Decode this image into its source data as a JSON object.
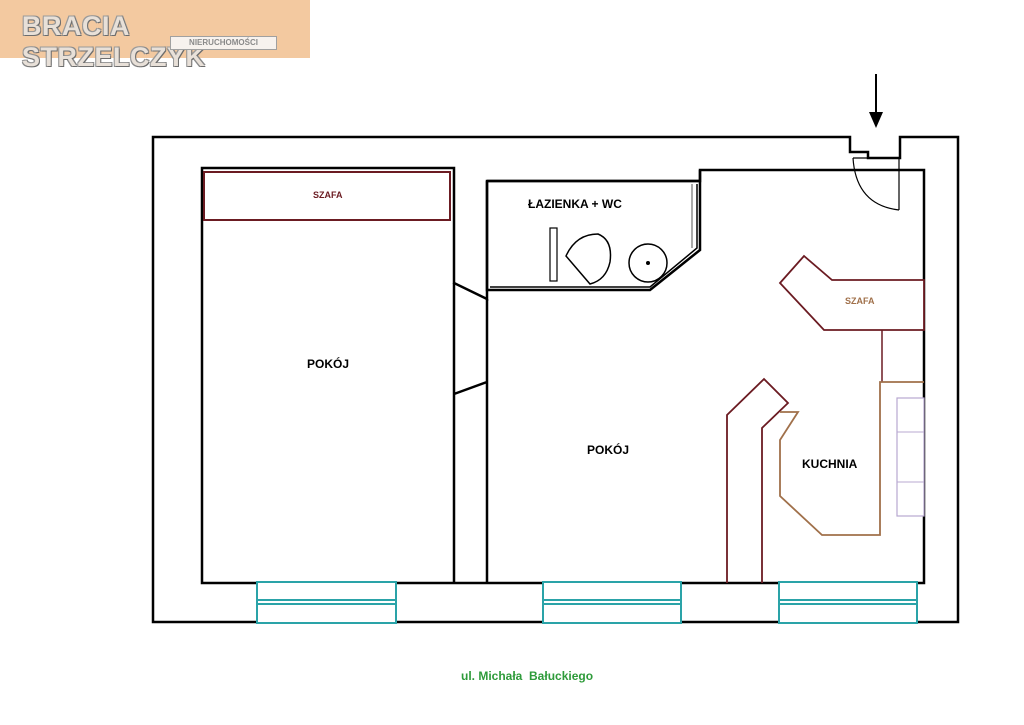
{
  "logo": {
    "brand": "BRACIA STRZELCZYK",
    "sub": "NIERUCHOMOŚCI"
  },
  "rooms": {
    "room_left": "POKÓJ",
    "room_center": "POKÓJ",
    "bathroom": "ŁAZIENKA + WC",
    "kitchen": "KUCHNIA",
    "wardrobe_left": "SZAFA",
    "wardrobe_right": "SZAFA"
  },
  "street": "ul. Michała  Bałuckiego",
  "colors": {
    "wall": "#000000",
    "wardrobe": "#6b1b22",
    "kitchen_counter": "#a0704a",
    "window": "#2aa3a8",
    "street_text": "#2e9b3a"
  }
}
